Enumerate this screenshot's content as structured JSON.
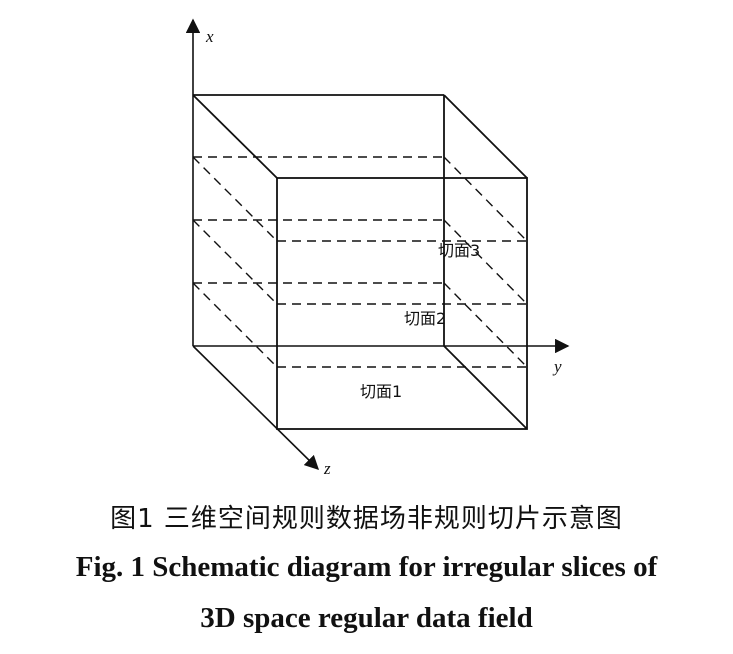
{
  "axes": {
    "x": "x",
    "y": "y",
    "z": "z"
  },
  "slices": [
    "切面3",
    "切面2",
    "切面1"
  ],
  "caption": {
    "cn": "图1  三维空间规则数据场非规则切片示意图",
    "en_line1": "Fig. 1  Schematic diagram for irregular slices of",
    "en_line2": "3D space regular data field"
  },
  "colors": {
    "line": "#111111",
    "background": "#ffffff"
  }
}
